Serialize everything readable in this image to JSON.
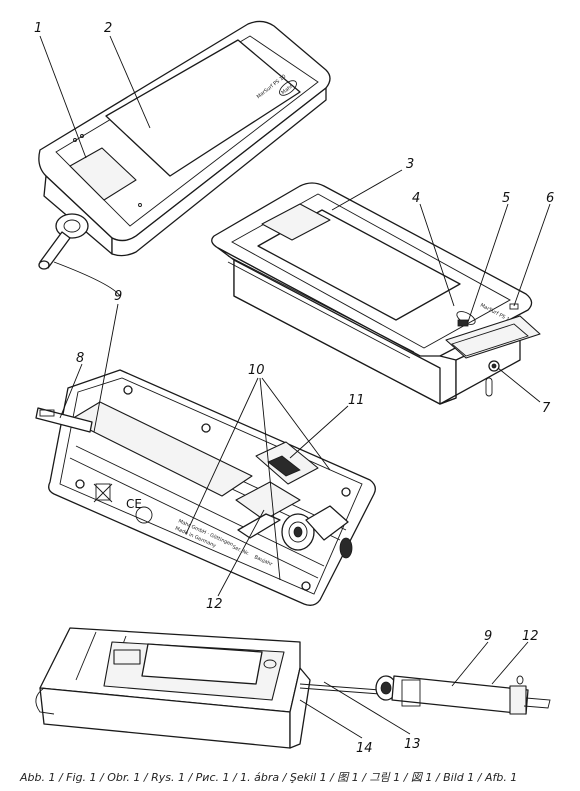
{
  "figure": {
    "caption": "Abb. 1 / Fig. 1 / Obr. 1 / Rys. 1 / Рис. 1 / 1. ábra / Şekil 1 / 图 1 / 그림 1 / 図 1 / Bild 1 / Afb. 1",
    "device_brand": "Mahr",
    "device_model": "MarSurf PS 10",
    "label_text_1": "Mahr GmbH · Göttingen",
    "label_text_2": "Made in Germany",
    "label_serial": "Ser. Nr.",
    "label_year": "Baujahr",
    "callouts": {
      "c1": "1",
      "c2": "2",
      "c3": "3",
      "c4": "4",
      "c5": "5",
      "c6": "6",
      "c7": "7",
      "c8": "8",
      "c9a": "9",
      "c10": "10",
      "c11": "11",
      "c12a": "12",
      "c9b": "9",
      "c12b": "12",
      "c13": "13",
      "c14": "14"
    }
  }
}
